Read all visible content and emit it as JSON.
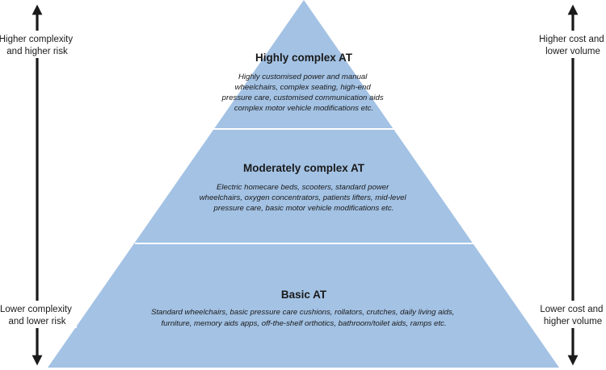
{
  "left_axis": {
    "top_label": [
      "Higher complexity",
      "and higher risk"
    ],
    "bottom_label": [
      "Lower complexity",
      "and lower risk"
    ]
  },
  "right_axis": {
    "top_label": [
      "Higher cost and",
      "lower volume"
    ],
    "bottom_label": [
      "Lower cost and",
      "higher volume"
    ]
  },
  "tiers": [
    {
      "title": "Highly complex AT",
      "description": [
        "Highly customised power and manual",
        "wheelchairs, complex seating, high-end",
        "pressure care, customised communication aids",
        "complex motor vehicle modifications etc."
      ]
    },
    {
      "title": "Moderately complex AT",
      "description": [
        "Electric homecare beds, scooters, standard power",
        "wheelchairs, oxygen concentrators, patients lifters, mid-level",
        "pressure care, basic motor vehicle modifications etc."
      ]
    },
    {
      "title": "Basic AT",
      "description": [
        "Standard wheelchairs, basic pressure care cushions, rollators, crutches, daily living aids,",
        "furniture, memory aids apps, off-the-shelf orthotics, bathroom/toilet aids, ramps etc."
      ]
    }
  ],
  "colors": {
    "pyramid_fill": "#a3c2e4",
    "divider": "#ffffff",
    "arrow": "#1a1a1a"
  }
}
